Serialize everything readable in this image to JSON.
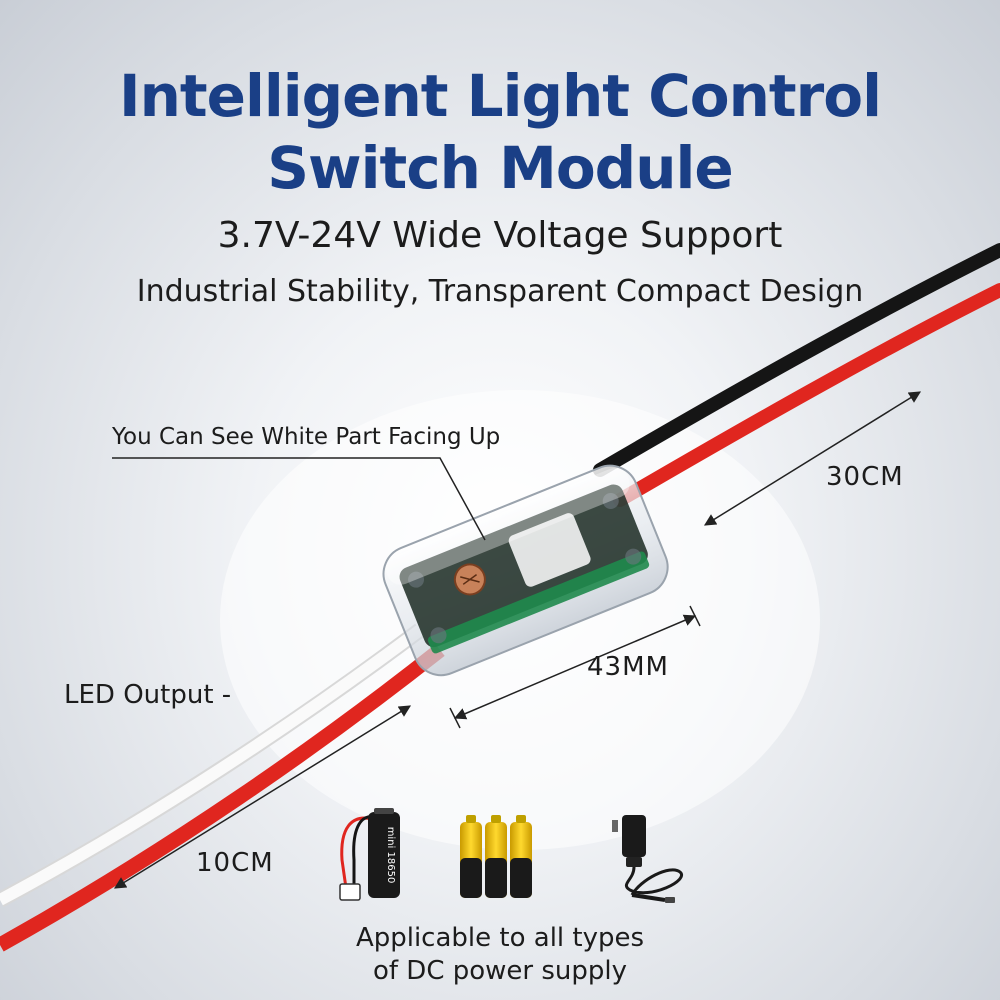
{
  "title": {
    "line1": "Intelligent Light Control",
    "line2": "Switch Module"
  },
  "subtitle": {
    "line1": "3.7V-24V Wide Voltage Support",
    "line2": "Industrial Stability, Transparent Compact Design"
  },
  "annotations": {
    "facing_up": "You Can See White Part Facing Up",
    "input_length": "30CM",
    "module_length": "43MM",
    "output_label": "LED Output -",
    "output_length": "10CM"
  },
  "battery_label": "mini 18650",
  "footer": {
    "line1": "Applicable to all types",
    "line2": "of DC power supply"
  },
  "icons": [
    "battery-pack-icon",
    "aa-batteries-icon",
    "power-adapter-icon"
  ],
  "colors": {
    "title": "#1a3f86",
    "wire_red": "#e0261f",
    "wire_black": "#151515",
    "wire_white": "#f8f8f8",
    "battery_yellow": "#f2c81a"
  }
}
